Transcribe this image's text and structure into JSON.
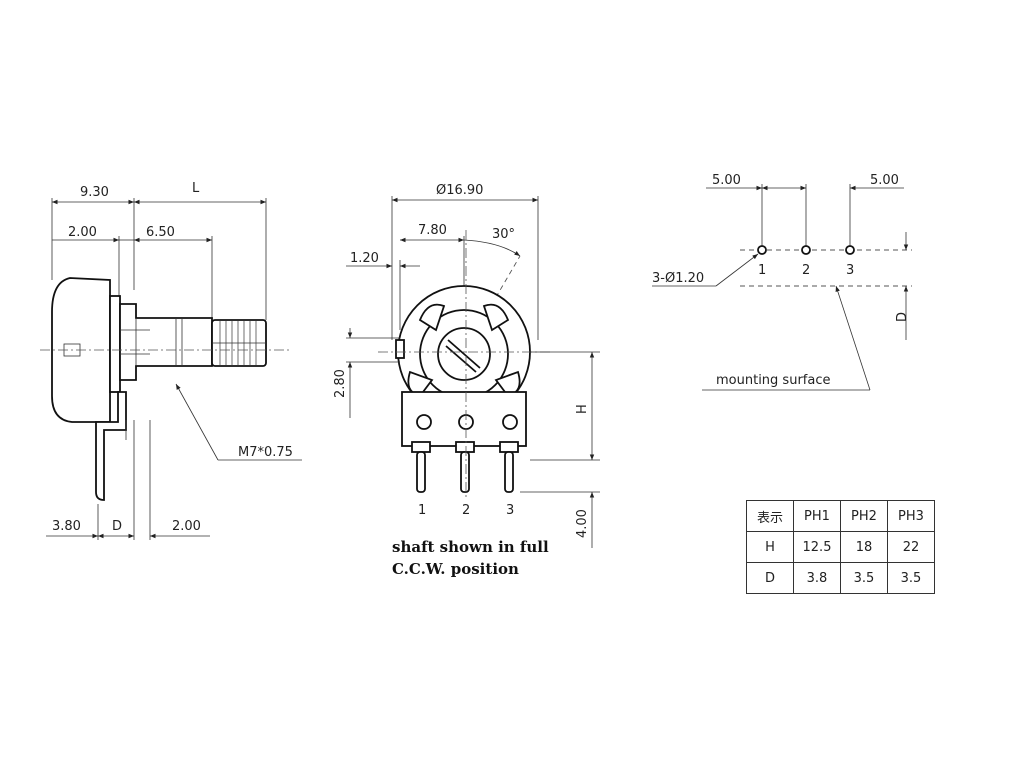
{
  "side_view": {
    "dim_9_30": "9.30",
    "dim_L": "L",
    "dim_2_00_top": "2.00",
    "dim_6_50": "6.50",
    "thread": "M7*0.75",
    "dim_3_80": "3.80",
    "dim_D": "D",
    "dim_2_00_bottom": "2.00"
  },
  "front_view": {
    "diameter": "Ø16.90",
    "dim_7_80": "7.80",
    "angle": "30°",
    "dim_1_20": "1.20",
    "dim_2_80": "2.80",
    "dim_H": "H",
    "dim_4_00": "4.00",
    "pins": [
      "1",
      "2",
      "3"
    ],
    "note_line1": "shaft shown in full",
    "note_line2": "C.C.W. position"
  },
  "footprint": {
    "pitch_left": "5.00",
    "pitch_right": "5.00",
    "hole": "3-Ø1.20",
    "pins": [
      "1",
      "2",
      "3"
    ],
    "dim_D": "D",
    "mounting_label": "mounting surface"
  },
  "spec_table": {
    "header": [
      "表示",
      "PH1",
      "PH2",
      "PH3"
    ],
    "rows": [
      [
        "H",
        "12.5",
        "18",
        "22"
      ],
      [
        "D",
        "3.8",
        "3.5",
        "3.5"
      ]
    ]
  }
}
